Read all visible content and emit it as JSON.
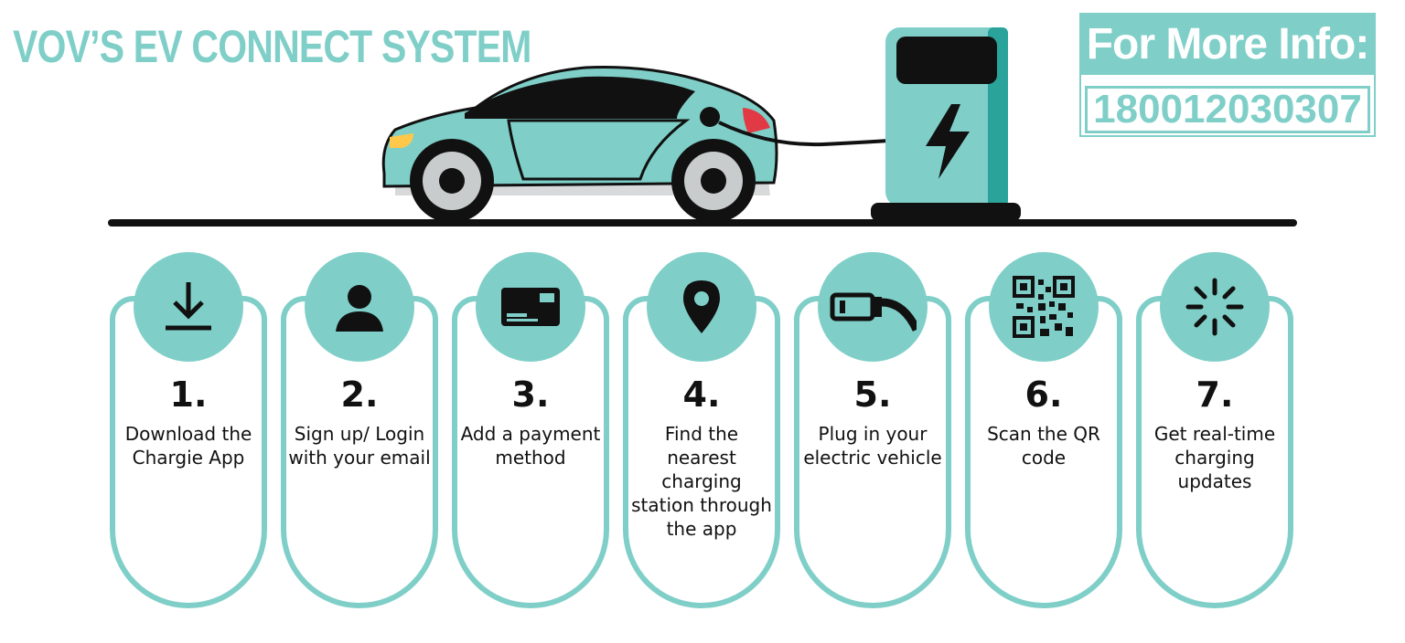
{
  "title": "VOV’S EV CONNECT SYSTEM",
  "info": {
    "heading": "For More Info:",
    "phone": "18001203030​7"
  },
  "colors": {
    "accent": "#7fcfc8",
    "ink": "#111111",
    "tail_light": "#e23a44",
    "headlight": "#ffc84a"
  },
  "steps": [
    {
      "number": "1.",
      "text": "Download the Chargie App",
      "icon": "download-icon"
    },
    {
      "number": "2.",
      "text": "Sign up/ Login with your  email",
      "icon": "user-icon"
    },
    {
      "number": "3.",
      "text": "Add a payment method",
      "icon": "payment-card-icon"
    },
    {
      "number": "4.",
      "text": "Find the nearest charging station through the app",
      "icon": "location-pin-icon"
    },
    {
      "number": "5.",
      "text": "Plug in your electric vehicle",
      "icon": "plug-icon"
    },
    {
      "number": "6.",
      "text": "Scan the QR code",
      "icon": "qr-code-icon"
    },
    {
      "number": "7.",
      "text": "Get real-time charging updates",
      "icon": "loading-spinner-icon"
    }
  ]
}
